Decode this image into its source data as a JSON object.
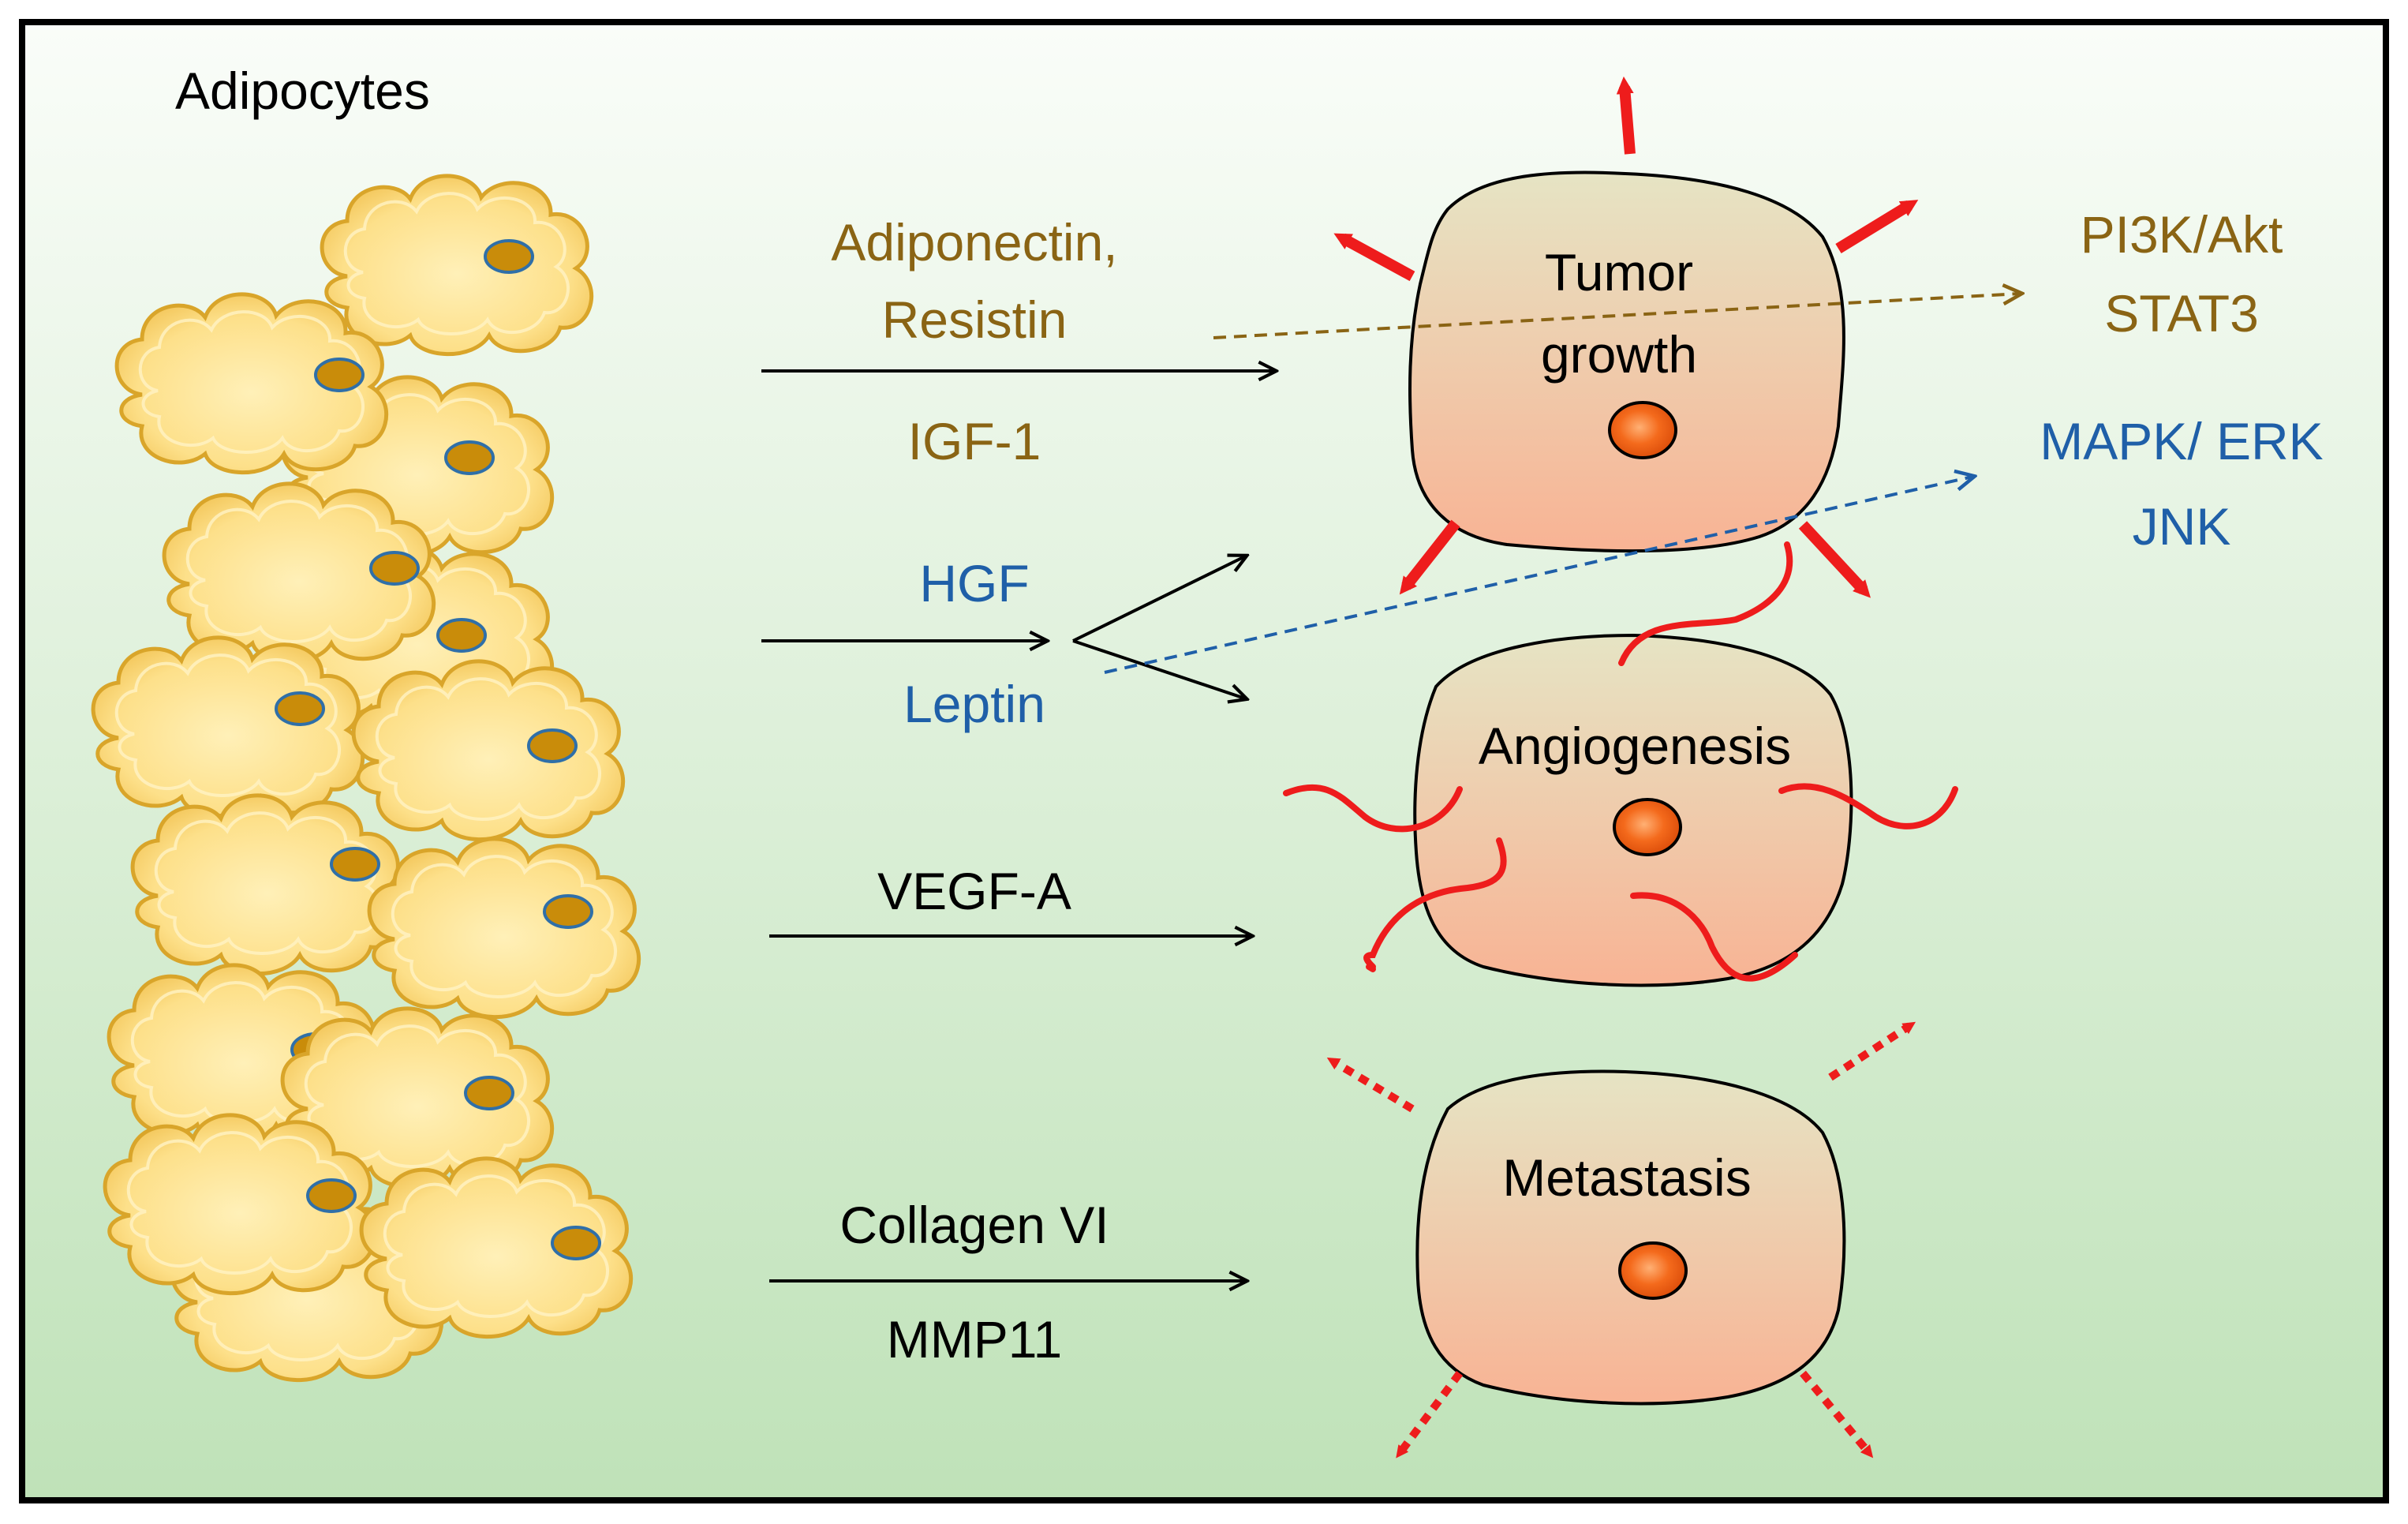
{
  "diagram": {
    "title": "Adipocytes",
    "factors": {
      "adiponectin": "Adiponectin,",
      "resistin": "Resistin",
      "igf1": "IGF-1",
      "hgf": "HGF",
      "leptin": "Leptin",
      "vegfa": "VEGF-A",
      "collagen": "Collagen VI",
      "mmp11": "MMP11"
    },
    "cells": {
      "tumor_line1": "Tumor",
      "tumor_line2": "growth",
      "angiogenesis": "Angiogenesis",
      "metastasis": "Metastasis"
    },
    "pathways": {
      "pi3k": "PI3K/Akt",
      "stat3": "STAT3",
      "mapk": "MAPK/ ERK",
      "jnk": "JNK"
    },
    "colors": {
      "brown_text": "#8a6414",
      "blue_text": "#1f5fa8",
      "red_arrow": "#ee1c1c",
      "brown_dashed": "#8a6414",
      "blue_dashed": "#1f5fa8",
      "cell_fill_top": "#e8e2c0",
      "cell_fill_bottom": "#f7b697",
      "nucleus": "#ee5a14",
      "adipocyte_fill": "#fde48c",
      "adipocyte_edge": "#d9a52a",
      "adipocyte_nucleus": "#c98c0a",
      "background_top": "#fafdf9",
      "background_bottom": "#bfe2b8"
    }
  }
}
